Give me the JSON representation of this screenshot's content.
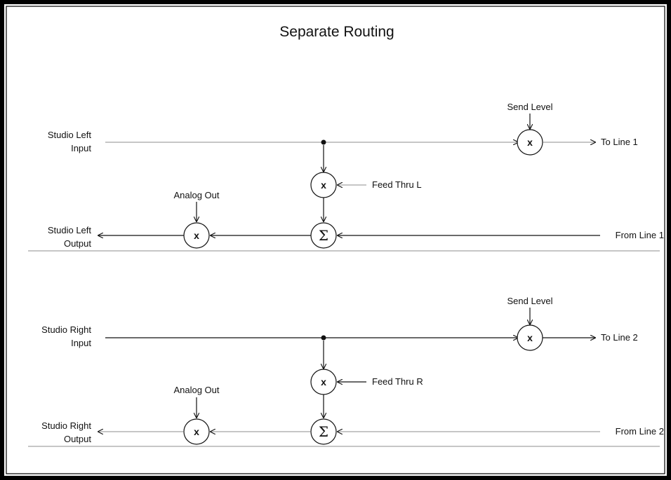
{
  "title": "Separate Routing",
  "left": {
    "input_label": [
      "Studio Left",
      "Input"
    ],
    "output_label": [
      "Studio Left",
      "Output"
    ],
    "send_level": "Send Level",
    "feed_thru": "Feed Thru L",
    "analog_out": "Analog Out",
    "to_line": "To Line 1",
    "from_line": "From Line 1",
    "mult_symbol": "x",
    "sum_symbol": "Σ"
  },
  "right": {
    "input_label": [
      "Studio Right",
      "Input"
    ],
    "output_label": [
      "Studio Right",
      "Output"
    ],
    "send_level": "Send Level",
    "feed_thru": "Feed Thru R",
    "analog_out": "Analog Out",
    "to_line": "To Line 2",
    "from_line": "From Line 2",
    "mult_symbol": "x",
    "sum_symbol": "Σ"
  }
}
